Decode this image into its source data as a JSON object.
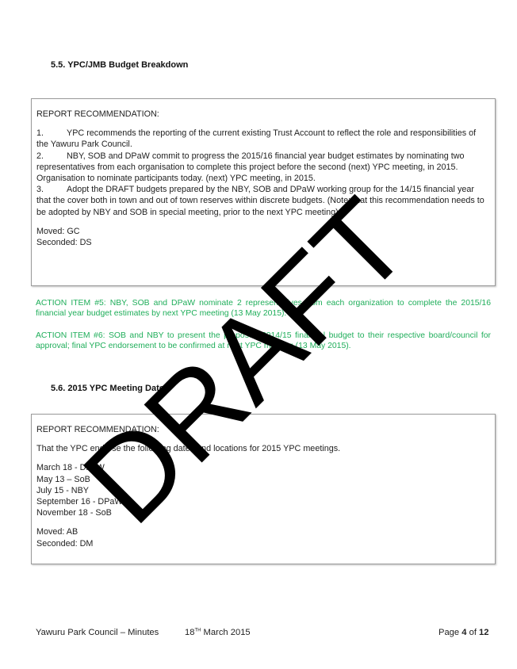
{
  "section1": {
    "heading": "5.5. YPC/JMB Budget Breakdown",
    "box_title": "REPORT RECOMMENDATION:",
    "items": [
      {
        "num": "1.",
        "lead": "YPC recommends the reporting of the current existing Trust Account to reflect the role and",
        "rest": "responsibilities of the Yawuru Park Council."
      },
      {
        "num": "2.",
        "lead": "NBY, SOB and DPaW commit to progress the 2015/16 financial year budget estimates by nominating",
        "rest": "two representatives from each organisation to complete this project before the second (next) YPC meeting, in 2015. Organisation to nominate participants today. (next) YPC meeting, in 2015."
      },
      {
        "num": "3.",
        "lead": "Adopt the DRAFT budgets prepared by the NBY, SOB and DPaW working group for the 14/15 financial",
        "rest": "year that the cover both in town and out of town reserves within discrete budgets. (Note: that this recommendation needs to be adopted by NBY and SOB in special meeting, prior to the next YPC meeting)."
      }
    ],
    "moved": "Moved: GC",
    "seconded": "Seconded: DS"
  },
  "actions": [
    "ACTION ITEM #5: NBY, SOB and DPaW nominate 2 representatives from each organization to complete the 2015/16 financial year budget estimates by next YPC meeting (13 May 2015).",
    "ACTION ITEM #6: SOB and NBY to present the proposed 2014/15 financial budget to their respective board/council for approval; final YPC endorsement to be confirmed at next YPC meeting (13 May 2015)."
  ],
  "section2": {
    "heading": "5.6. 2015 YPC Meeting Dates",
    "box_title": "REPORT RECOMMENDATION:",
    "intro": "That the YPC endorse the following dates and locations for 2015 YPC meetings.",
    "dates": [
      "March 18 - DPaW",
      "May 13 – SoB",
      "July 15 - NBY",
      "September 16 - DPaW",
      "November 18 - SoB"
    ],
    "moved": "Moved: AB",
    "seconded": "Seconded: DM"
  },
  "watermark": "DRAFT",
  "footer": {
    "org": "Yawuru Park Council – Minutes",
    "date_day": "18",
    "date_sup": "TH",
    "date_rest": " March 2015",
    "page_prefix": "Page ",
    "page_num": "4",
    "page_of": " of ",
    "page_total": "12"
  },
  "colors": {
    "action_green": "#1fae5a",
    "watermark": "#000000"
  }
}
